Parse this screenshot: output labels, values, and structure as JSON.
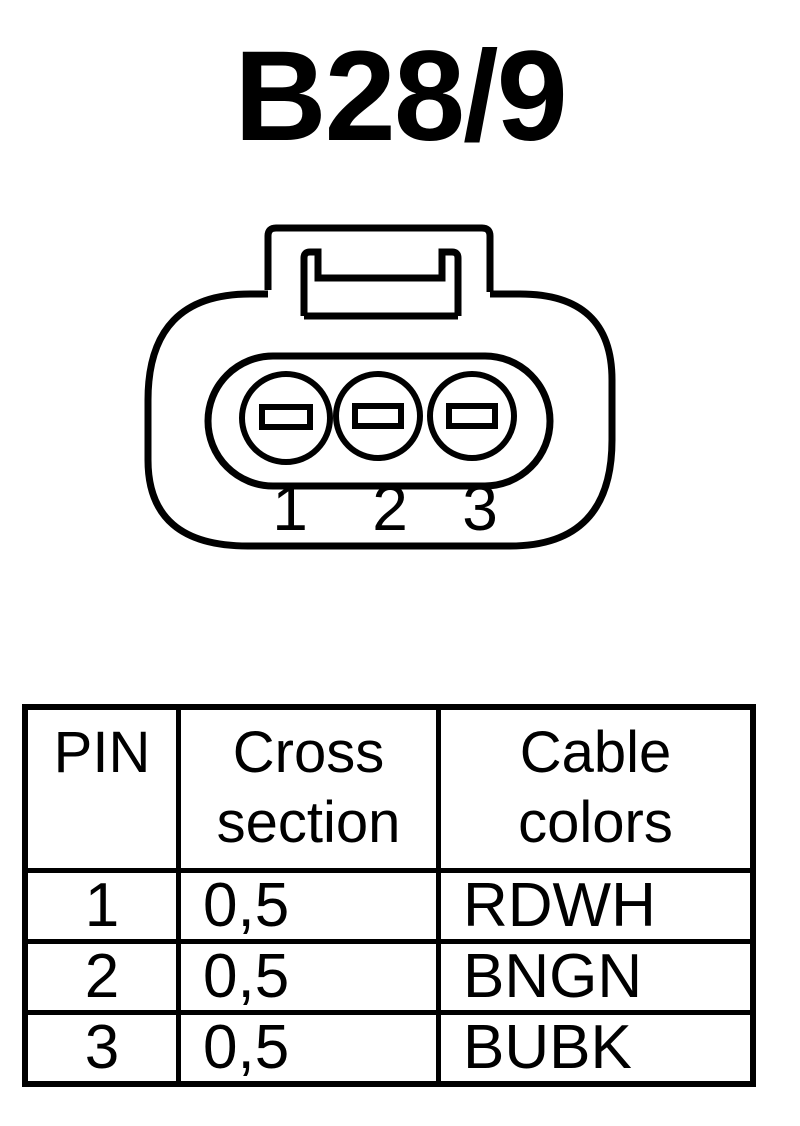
{
  "title": "B28/9",
  "connector": {
    "pins": [
      {
        "number": "1"
      },
      {
        "number": "2"
      },
      {
        "number": "3"
      }
    ]
  },
  "table": {
    "headers": {
      "pin": "PIN",
      "cross_line1": "Cross",
      "cross_line2": "section",
      "color_line1": "Cable",
      "color_line2": "colors"
    },
    "rows": [
      {
        "pin": "1",
        "cross": "0,5",
        "color": "RDWH"
      },
      {
        "pin": "2",
        "cross": "0,5",
        "color": "BNGN"
      },
      {
        "pin": "3",
        "cross": "0,5",
        "color": "BUBK"
      }
    ]
  }
}
